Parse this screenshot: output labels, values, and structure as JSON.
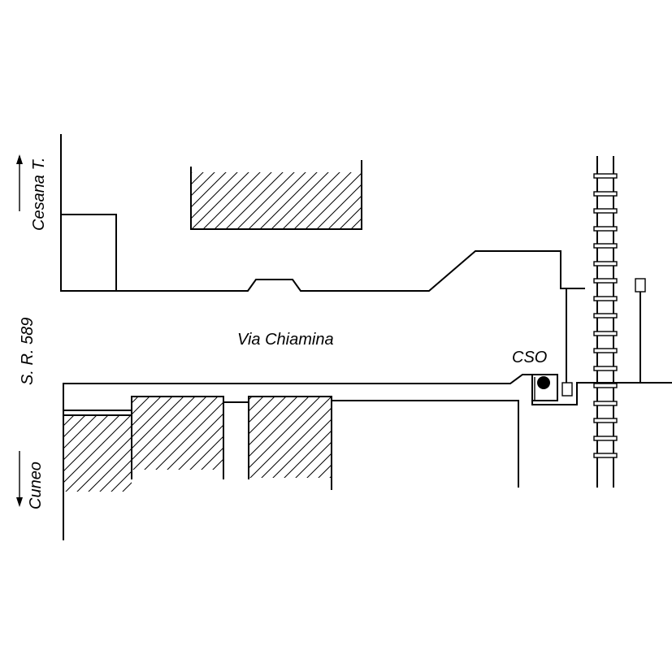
{
  "labels": {
    "road_top": "Cesana T.",
    "road_mid": "S. R. 589",
    "road_bottom": "Cuneo",
    "street": "Via Chiamina",
    "station": "CSO"
  },
  "icons": {
    "direction_up": "arrow-up-icon",
    "direction_down": "arrow-down-icon",
    "station_marker": "filled-circle-icon"
  },
  "colors": {
    "ink": "#000000",
    "background": "#ffffff"
  }
}
